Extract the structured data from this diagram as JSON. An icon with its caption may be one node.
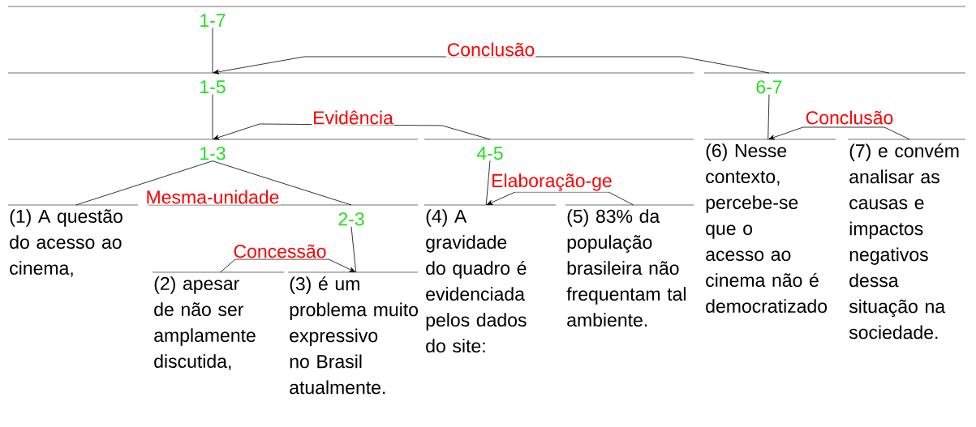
{
  "diagram": {
    "nodes": [
      {
        "text": [
          "1-7"
        ]
      },
      {
        "text": [
          "1-5"
        ]
      },
      {
        "text": [
          "6-7"
        ]
      },
      {
        "text": [
          "1-3"
        ]
      },
      {
        "text": [
          "4-5"
        ]
      },
      {
        "text": [
          "(1) A questão do acesso ao cinema,"
        ]
      },
      {
        "text": [
          "2-3"
        ]
      },
      {
        "text": [
          "(2) apesar de não ser amplamente discutida,"
        ]
      },
      {
        "text": [
          "(3) é um problema muito expressivo no Brasil atualmente."
        ]
      },
      {
        "text": [
          "(4) A gravidade do quadro é evidenciada pelos dados do site:"
        ]
      },
      {
        "text": [
          "(5) 83% da população brasileira não frequentam tal ambiente."
        ]
      },
      {
        "text": [
          "(6) Nesse contexto, percebe-se que o acesso ao cinema não é democratizado"
        ]
      },
      {
        "text": [
          "(7) e convém analisar as causas e impactos negativos dessa situação na sociedade."
        ]
      }
    ],
    "edges": [
      {
        "from": 0,
        "to": 1,
        "arrow": "none"
      },
      {
        "from": 2,
        "to": 1,
        "arrow": "to",
        "label": "Conclusão"
      },
      {
        "from": 1,
        "to": 3,
        "arrow": "none"
      },
      {
        "from": 4,
        "to": 3,
        "arrow": "to",
        "label": "Evidência"
      },
      {
        "from": 3,
        "to": 5,
        "arrow": "none",
        "label": "Mesma-unidade"
      },
      {
        "from": 3,
        "to": 6,
        "arrow": "none"
      },
      {
        "from": 6,
        "to": 8,
        "arrow": "none"
      },
      {
        "from": 7,
        "to": 8,
        "arrow": "to",
        "label": "Concessão"
      },
      {
        "from": 4,
        "to": 9,
        "arrow": "none"
      },
      {
        "from": 10,
        "to": 9,
        "arrow": "to",
        "label": "Elaboração-ge"
      },
      {
        "from": 2,
        "to": 11,
        "arrow": "none"
      },
      {
        "from": 12,
        "to": 11,
        "arrow": "to",
        "label": "Conclusão"
      }
    ]
  }
}
